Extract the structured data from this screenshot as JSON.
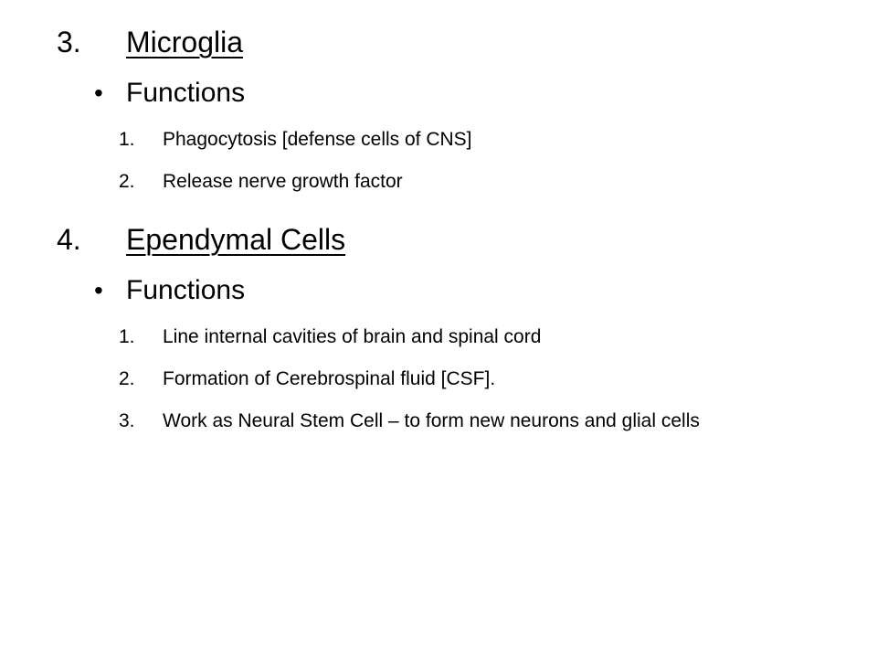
{
  "sections": [
    {
      "number": "3.",
      "title": "Microglia",
      "bullet": "Functions",
      "items": [
        {
          "number": "1.",
          "text": "Phagocytosis [defense cells of CNS]"
        },
        {
          "number": "2.",
          "text": "Release nerve growth factor"
        }
      ]
    },
    {
      "number": "4.",
      "title": "Ependymal Cells",
      "bullet": "Functions",
      "items": [
        {
          "number": "1.",
          "text": "Line internal cavities of brain and spinal cord"
        },
        {
          "number": "2.",
          "text": "Formation of Cerebrospinal fluid [CSF]."
        },
        {
          "number": "3.",
          "text": "Work as Neural Stem Cell – to form new neurons and glial cells"
        }
      ]
    }
  ],
  "bullet_symbol": "•"
}
